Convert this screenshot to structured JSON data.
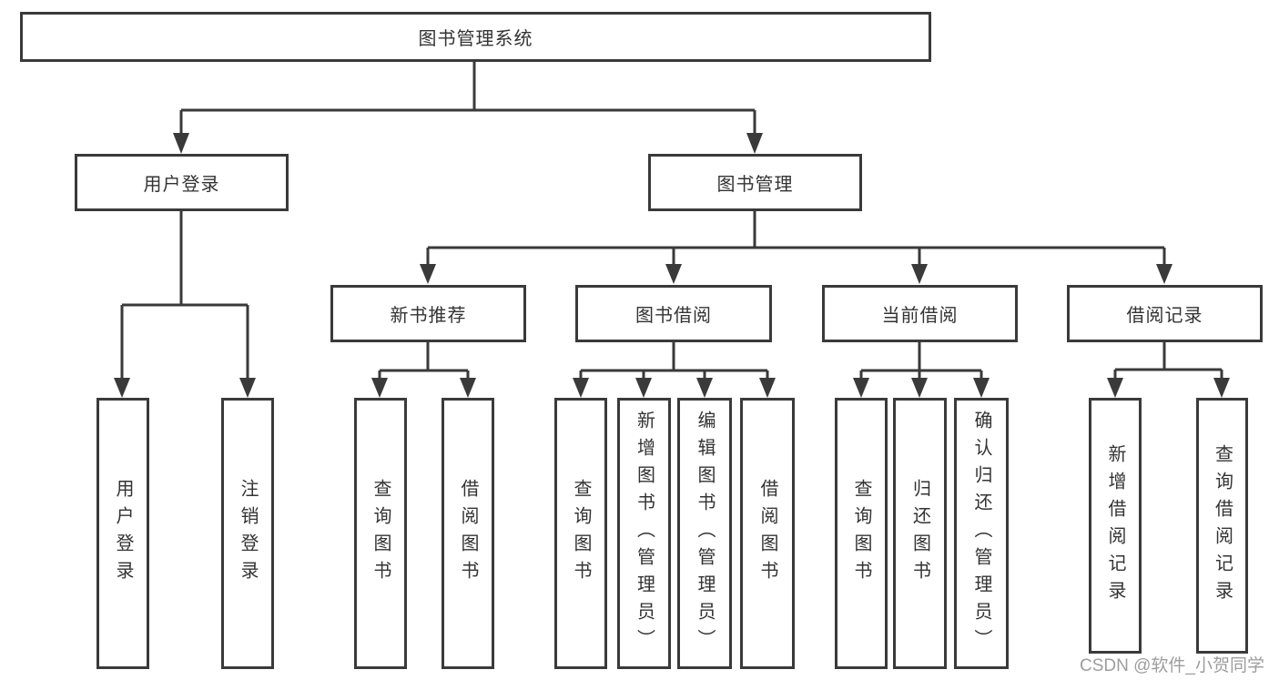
{
  "colors": {
    "line": "#3a3a3a",
    "box_border": "#3a3a3a",
    "box_background": "#ffffff",
    "text": "#333333",
    "watermark": "#9d9d9d",
    "page_background": "#ffffff"
  },
  "watermark": {
    "text": "CSDN @软件_小贺同学"
  },
  "tree": {
    "root": {
      "label": "图书管理系统"
    },
    "branches": [
      {
        "label": "用户登录",
        "leaves": [
          {
            "label": "用户登录"
          },
          {
            "label": "注销登录"
          }
        ]
      },
      {
        "label": "图书管理",
        "sections": [
          {
            "label": "新书推荐",
            "leaves": [
              {
                "label": "查询图书"
              },
              {
                "label": "借阅图书"
              }
            ]
          },
          {
            "label": "图书借阅",
            "leaves": [
              {
                "label": "查询图书"
              },
              {
                "label": "新增图书（管理员）"
              },
              {
                "label": "编辑图书（管理员）"
              },
              {
                "label": "借阅图书"
              }
            ]
          },
          {
            "label": "当前借阅",
            "leaves": [
              {
                "label": "查询图书"
              },
              {
                "label": "归还图书"
              },
              {
                "label": "确认归还（管理员）"
              }
            ]
          },
          {
            "label": "借阅记录",
            "leaves": [
              {
                "label": "新增借阅记录"
              },
              {
                "label": "查询借阅记录"
              }
            ]
          }
        ]
      }
    ]
  }
}
